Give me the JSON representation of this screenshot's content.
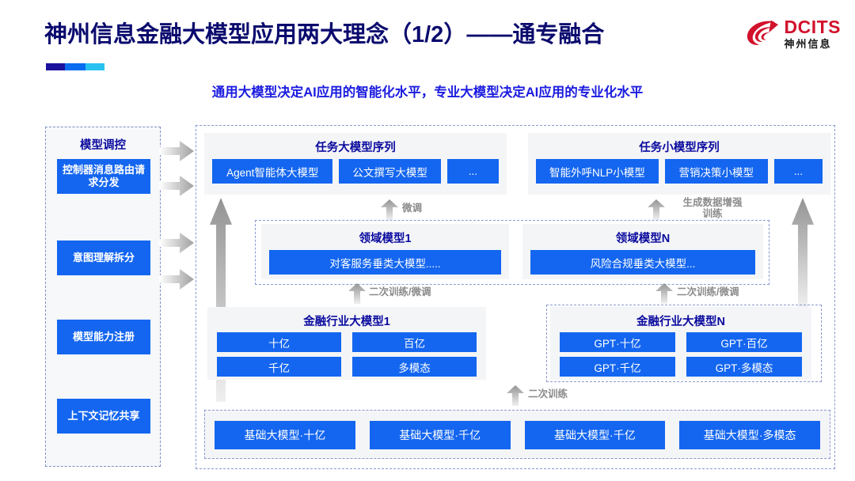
{
  "header": {
    "title": "神州信息金融大模型应用两大理念（1/2）——通专融合",
    "subtitle": "通用大模型决定AI应用的智能化水平，专业大模型决定AI应用的专业化水平",
    "logo_en": "DCITS",
    "logo_cn": "神州信息",
    "accent_colors": [
      "#1B119B",
      "#0A6CF0",
      "#29C2F0"
    ],
    "title_color": "#0A0A6E",
    "subtitle_color": "#1B1BE0",
    "logo_color": "#D2112C"
  },
  "control_panel": {
    "title": "模型调控",
    "items": [
      {
        "label": "控制器消息路由请求分发"
      },
      {
        "label": "意图理解拆分"
      },
      {
        "label": "模型能力注册"
      },
      {
        "label": "上下文记忆共享"
      }
    ]
  },
  "task_big_model": {
    "title": "任务大模型序列",
    "chips": [
      "Agent智能体大模型",
      "公文撰写大模型",
      "..."
    ]
  },
  "task_small_model": {
    "title": "任务小模型序列",
    "chips": [
      "智能外呼NLP小模型",
      "营销决策小模型",
      "..."
    ]
  },
  "domain_models": [
    {
      "title": "领域模型1",
      "chip": "对客服务垂类大模型....."
    },
    {
      "title": "领域模型N",
      "chip": "风险合规垂类大模型..."
    }
  ],
  "finance_models": [
    {
      "title": "金融行业大模型1",
      "chips": [
        "十亿",
        "百亿",
        "千亿",
        "多模态"
      ]
    },
    {
      "title": "金融行业大模型N",
      "chips": [
        "GPT·十亿",
        "GPT·百亿",
        "GPT·千亿",
        "GPT·多模态"
      ]
    }
  ],
  "base_models": {
    "chips": [
      "基础大模型·十亿",
      "基础大模型·千亿",
      "基础大模型·千亿",
      "基础大模型·多模态"
    ]
  },
  "arrow_labels": {
    "fine_tune": "微调",
    "data_augment": "生成数据增强\n训练",
    "retrain_tune_left": "二次训练/微调",
    "retrain_tune_right": "二次训练/微调",
    "retrain": "二次训练"
  },
  "colors": {
    "chip_blue": "#1466F0",
    "panel_bg": "#F4F5F7",
    "dash_border": "#8A9AD0",
    "arrow_gray": "#A6A6A6"
  }
}
